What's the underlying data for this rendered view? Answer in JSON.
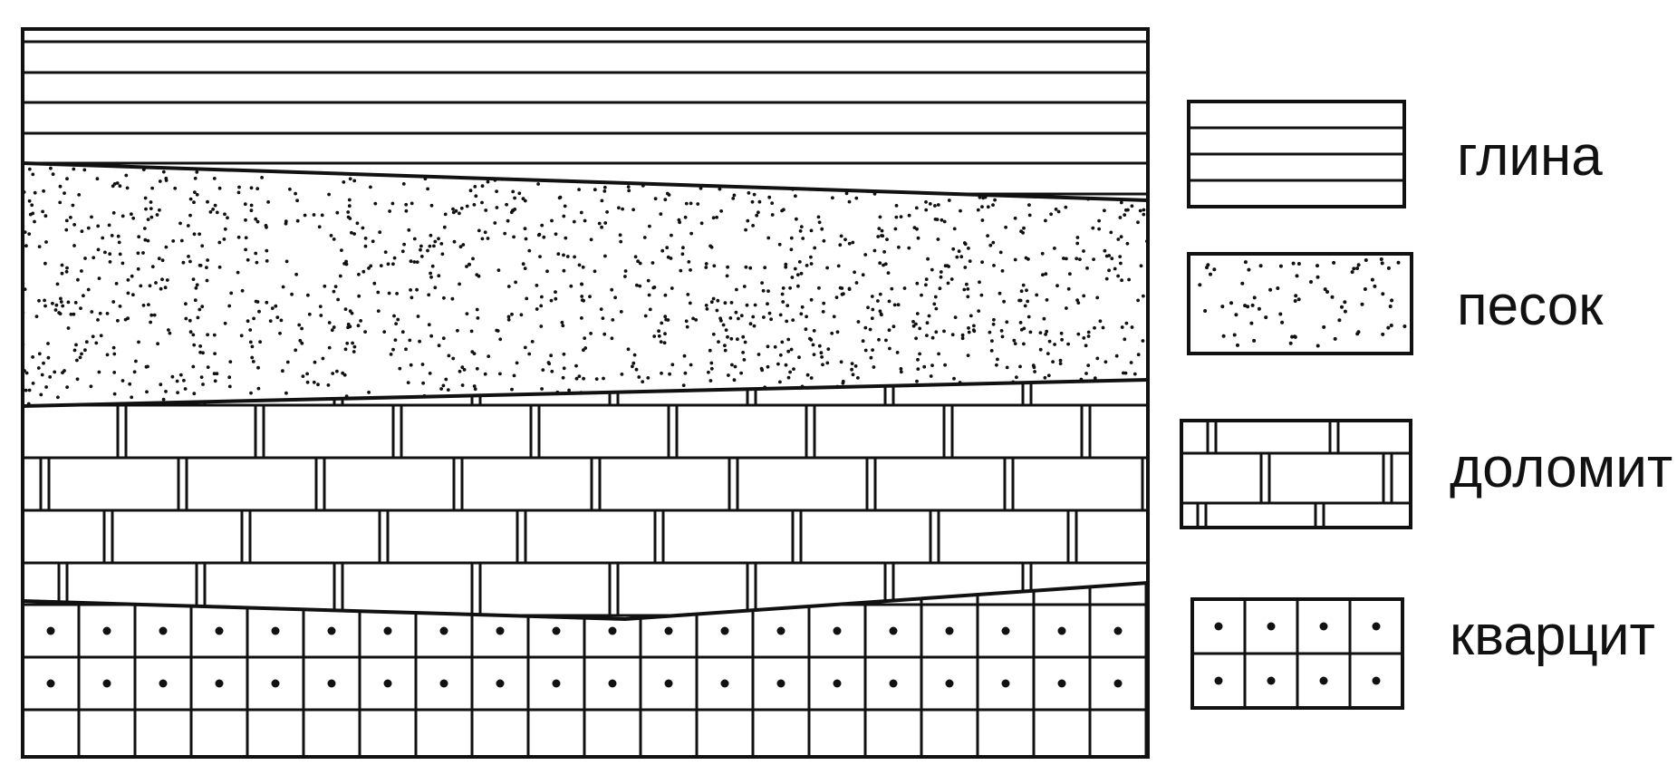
{
  "legend": {
    "items": [
      {
        "id": "clay",
        "label": "глина",
        "pattern": "horizontal-lines"
      },
      {
        "id": "sand",
        "label": "песок",
        "pattern": "dots"
      },
      {
        "id": "dolomite",
        "label": "доломит",
        "pattern": "brick"
      },
      {
        "id": "quartzite",
        "label": "кварцит",
        "pattern": "grid-dots"
      }
    ]
  },
  "section": {
    "layers_top_to_bottom": [
      "глина",
      "песок",
      "доломит",
      "кварцит"
    ]
  },
  "colors": {
    "stroke": "#111111",
    "background": "#ffffff"
  }
}
